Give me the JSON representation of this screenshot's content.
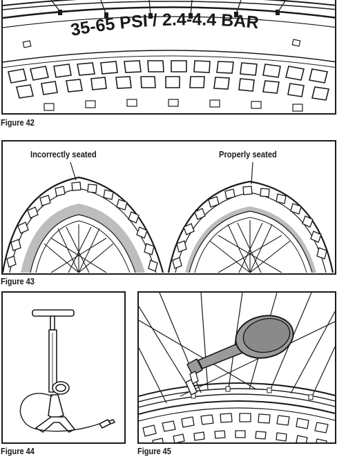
{
  "figures": [
    {
      "caption": "Figure 42",
      "sidewall_text": "35-65 PSI / 2.4-4.4 BAR"
    },
    {
      "caption": "Figure 43",
      "labels": [
        "Incorrectly seated",
        "Properly seated"
      ]
    },
    {
      "caption": "Figure 44"
    },
    {
      "caption": "Figure 45"
    }
  ],
  "colors": {
    "ink": "#1a1a1a",
    "tire_gray": "#bdbdbd",
    "gauge_gray": "#9a9a9a"
  },
  "icons": [
    "tire-tread-illustration",
    "floor-pump-illustration",
    "pressure-gauge-illustration"
  ]
}
